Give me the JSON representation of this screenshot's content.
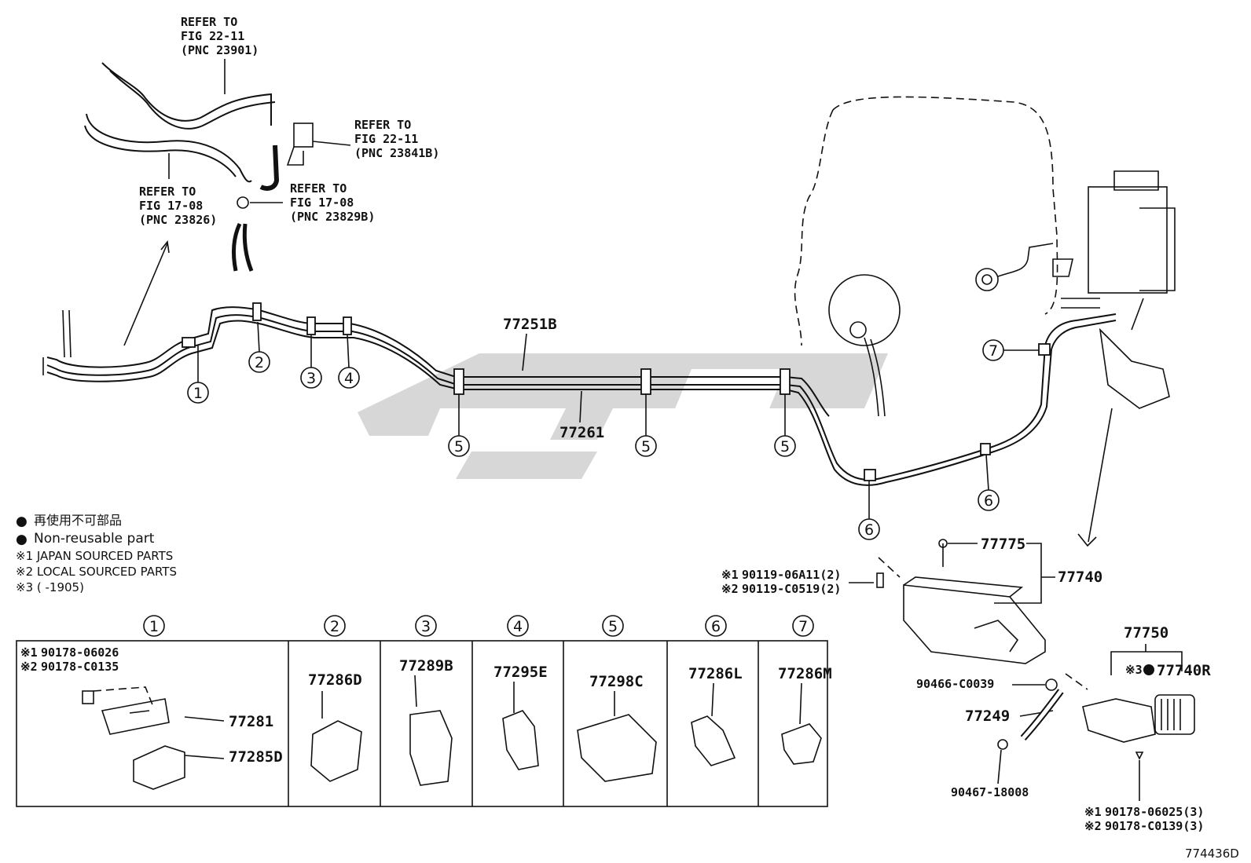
{
  "refs": {
    "r1": {
      "l1": "REFER TO",
      "l2": "FIG 22-11",
      "l3": "(PNC 23901)"
    },
    "r2": {
      "l1": "REFER TO",
      "l2": "FIG 22-11",
      "l3": "(PNC 23841B)"
    },
    "r3": {
      "l1": "REFER TO",
      "l2": "FIG 17-08",
      "l3": "(PNC 23826)"
    },
    "r4": {
      "l1": "REFER TO",
      "l2": "FIG 17-08",
      "l3": "(PNC 23829B)"
    }
  },
  "main_parts": {
    "p77251B": "77251B",
    "p77261": "77261",
    "p77775": "77775",
    "p77740": "77740",
    "p77750": "77750",
    "p77740R": "77740R",
    "p77249": "77249",
    "p90466": "90466-C0039",
    "p90467": "90467-18008",
    "bolt1": "90119-06A11(2)",
    "bolt2": "90119-C0519(2)",
    "clip1": "90178-06025(3)",
    "clip2": "90178-C0139(3)"
  },
  "markers": {
    "m1": "※1",
    "m2": "※2",
    "m3": "※3"
  },
  "callouts": [
    "1",
    "2",
    "3",
    "4",
    "5",
    "6",
    "7"
  ],
  "legend": {
    "bullet": "●",
    "jp": "再使用不可部品",
    "en": "Non-reusable part",
    "n1": "※1  JAPAN SOURCED PARTS",
    "n2": "※2  LOCAL SOURCED PARTS",
    "n3": "※3 (      -1905)"
  },
  "table": {
    "c1_a": "90178-06026",
    "c1_b": "90178-C0135",
    "c1_p1": "77281",
    "c1_p2": "77285D",
    "c2": "77286D",
    "c3": "77289B",
    "c4": "77295E",
    "c5": "77298C",
    "c6": "77286L",
    "c7": "77286M"
  },
  "figure_id": "774436D"
}
